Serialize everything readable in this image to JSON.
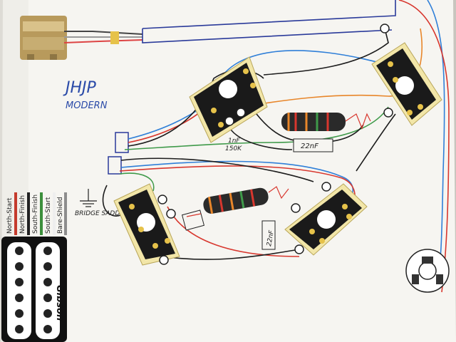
{
  "title": "JHJP",
  "subtitle": "MODERN",
  "pickup_labels": [
    "North-Start",
    "North-Finish",
    "South-Finish",
    "South-Start",
    "Bare-Shield"
  ],
  "pickup_brand": "Gibson",
  "bridge_note": "BRIDGE SADDLES",
  "cap_label_upper": "22nF",
  "cap_label_lower": "22nF",
  "tone_note_value": "1nF",
  "tone_note_res": "150K",
  "wire_colors": {
    "red": "#d8372e",
    "blue": "#2f7fd8",
    "orange": "#e8862a",
    "green": "#3f9a4a",
    "black": "#1c1c1c",
    "navy": "#2a3a9a",
    "pickup_red": "#c43a2c",
    "pickup_green": "#3c8f3c",
    "pickup_white": "#eeeeee",
    "pickup_gray": "#8d8d8d"
  }
}
